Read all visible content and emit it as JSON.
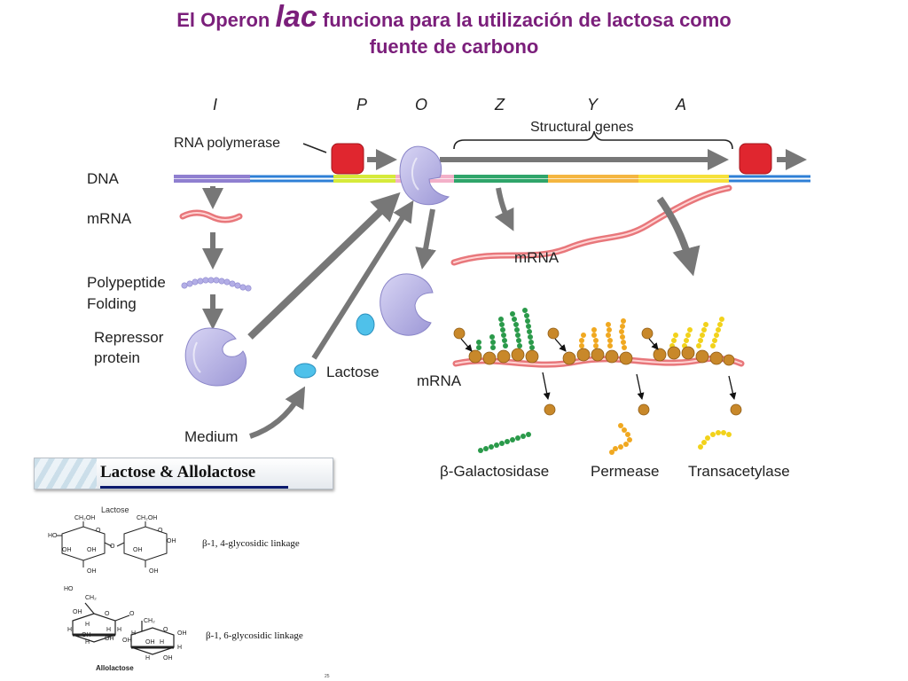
{
  "title": {
    "line1_before": "El Operon ",
    "line1_italic": "lac",
    "line1_after": " funciona para la utilización de lactosa como",
    "line2": "fuente de carbono"
  },
  "operon_letters": {
    "i": "I",
    "p": "P",
    "o": "O",
    "z": "Z",
    "y": "Y",
    "a": "A"
  },
  "labels": {
    "structural_genes": "Structural genes",
    "rna_polymerase": "RNA polymerase",
    "dna": "DNA",
    "mrna_left": "mRNA",
    "polypeptide": "Polypeptide",
    "folding": "Folding",
    "repressor": "Repressor",
    "protein": "protein",
    "lactose": "Lactose",
    "medium": "Medium",
    "mrna_right": "mRNA",
    "mrna_bottom": "mRNA",
    "galactosidase": "β-Galactosidase",
    "permease": "Permease",
    "transacetylase": "Transacetylase"
  },
  "banner": {
    "text": "Lactose & Allolactose"
  },
  "chemistry": {
    "lactose_caption": "Lactose",
    "linkage_1": "β-1, 4-glycosidic linkage",
    "allolactose_caption": "Allolactose",
    "linkage_2": "β-1, 6-glycosidic linkage"
  },
  "page_number": "25",
  "colors": {
    "title": "#7b1f7b",
    "dna_blue": "#2e7fd6",
    "arrow_gray": "#777777",
    "repressor": "#b7b3e6",
    "polymerase": "#e0262f",
    "lactose": "#4fc1ea",
    "galactosidase": "#2a9a4a",
    "permease": "#f0a820",
    "transacetylase": "#f2d21a",
    "ribosome": "#c8882a"
  }
}
